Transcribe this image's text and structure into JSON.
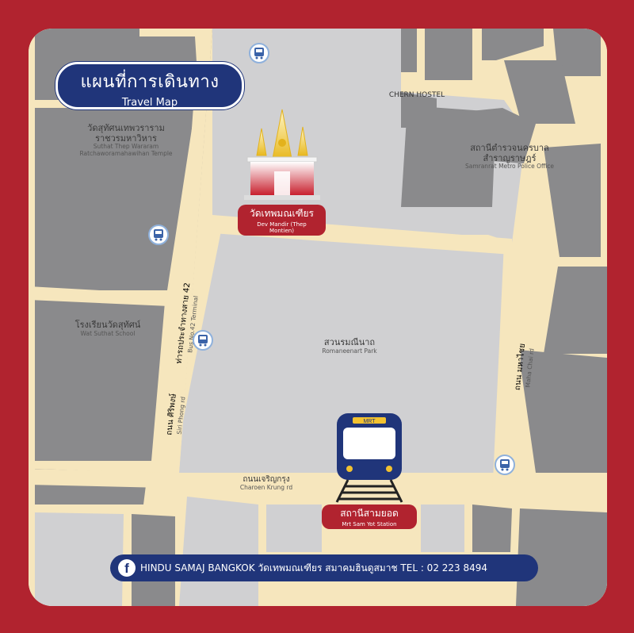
{
  "title": {
    "th": "แผนที่การเดินทาง",
    "en": "Travel Map"
  },
  "colors": {
    "frame": "#b1232f",
    "navy": "#20357a",
    "road": "#f6e6bd",
    "block": "#8a8a8c",
    "open": "#d0d0d2"
  },
  "places": {
    "suthat_temple": {
      "th1": "วัดสุทัศนเทพวราราม",
      "th2": "ราชวรมหาวิหาร",
      "en1": "Suthat Thep Wararam",
      "en2": "Ratchaworamahawihan Temple"
    },
    "chern_hostel": {
      "en": "CHERN HOSTEL"
    },
    "police": {
      "th1": "สถานีตำรวจนครบาล",
      "th2": "สำราญราษฎร์",
      "en": "Samranrat Metro Police Office"
    },
    "dev_mandir": {
      "th": "วัดเทพมณเฑียร",
      "en": "Dev Mandir (Thep Montien)"
    },
    "school": {
      "th": "โรงเรียนวัดสุทัศน์",
      "en": "Wat Suthat School"
    },
    "park": {
      "th": "สวนรมณีนาถ",
      "en": "Romaneenart Park"
    },
    "mrt_station": {
      "th": "สถานีสามยอด",
      "en": "Mrt Sam Yot Station",
      "badge": "MRT"
    }
  },
  "roads": {
    "bus42": {
      "th": "ท่ารถประจำทางสาย 42",
      "en": "Bus No.42 Terminal"
    },
    "siriphong": {
      "th": "ถนน ศิริพงษ์",
      "en": "Siri Phong rd"
    },
    "maha_chai": {
      "th": "ถนน มหาไชย",
      "en": "Maha Chai rd"
    },
    "charoen_krung": {
      "th": "ถนนเจริญกรุง",
      "en": "Charoen Krung rd"
    }
  },
  "icons": [
    "bus-stop-icon",
    "facebook-icon",
    "temple-icon",
    "train-icon"
  ],
  "footer": {
    "text": "HINDU SAMAJ BANGKOK วัดเทพมณเฑียร สมาคมฮินดูสมาช  TEL : 02 223 8494"
  }
}
